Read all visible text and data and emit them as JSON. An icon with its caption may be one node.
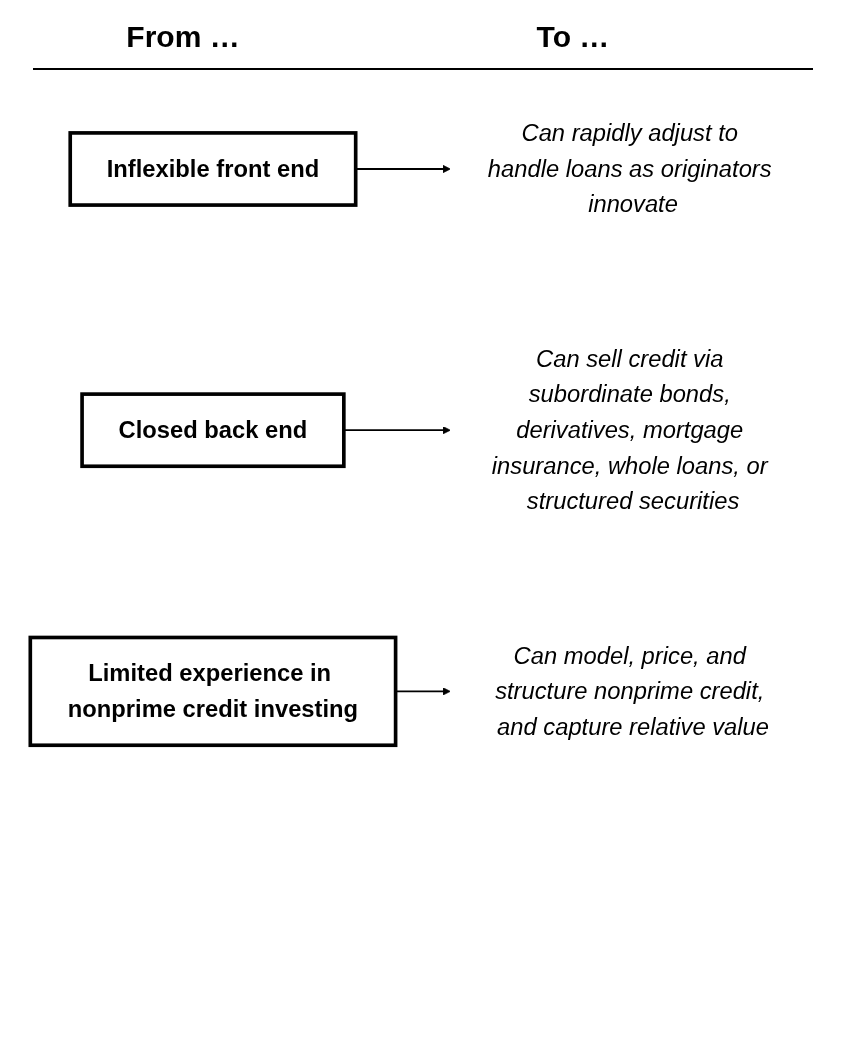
{
  "diagram": {
    "nodes": [
      {
        "text": [
          "Inflexible front end"
        ]
      },
      {
        "text": [
          "Can rapidly adjust to handle loans as originators innovate"
        ]
      },
      {
        "text": [
          "Closed back end"
        ]
      },
      {
        "text": [
          "Can sell credit via subordinate bonds, derivatives, mortgage insurance, whole loans, or structured securities"
        ]
      },
      {
        "text": [
          "Limited experience in nonprime credit investing"
        ]
      },
      {
        "text": [
          "Can model, price, and structure nonprime credit, and capture relative value"
        ]
      }
    ],
    "edges": [
      {
        "from": 0,
        "to": 1,
        "arrow": "to"
      },
      {
        "from": 2,
        "to": 3,
        "arrow": "to"
      },
      {
        "from": 4,
        "to": 5,
        "arrow": "to"
      }
    ],
    "labels": [
      "From …",
      "To …"
    ]
  }
}
